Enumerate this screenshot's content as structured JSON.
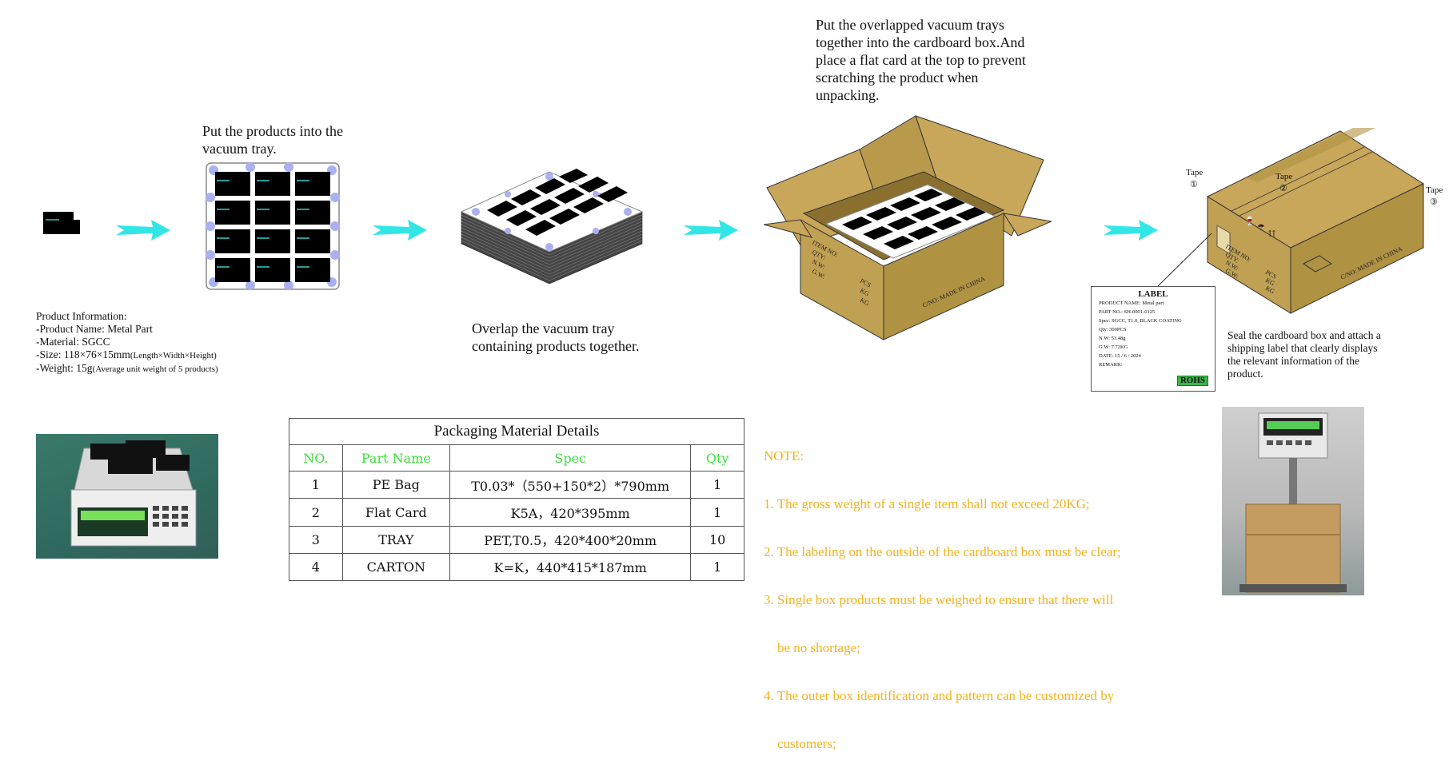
{
  "steps": {
    "step1": [
      "Put the products into the",
      "vacuum tray."
    ],
    "step2": [
      "Overlap the vacuum tray",
      "containing products together."
    ],
    "step3": [
      "Put the overlapped vacuum trays",
      "together into the cardboard box.And",
      "place a flat card at the top to prevent",
      "scratching the product when",
      "unpacking."
    ],
    "step4": [
      "Seal the cardboard box and attach a",
      "shipping label that clearly displays",
      "the relevant information of the",
      "product."
    ]
  },
  "product_info": {
    "heading": "Product Information:",
    "name": "-Product Name: Metal Part",
    "material": "-Material: SGCC",
    "size_main": "-Size: 118×76×15mm",
    "size_note": "(Length×Width×Height)",
    "weight_main": "-Weight: 15g",
    "weight_note": "(Average unit weight of 5 products)"
  },
  "tape_labels": [
    "Tape",
    "Tape",
    "Tape"
  ],
  "tape_numbers": [
    "①",
    "②",
    "③"
  ],
  "box_print": {
    "side_made": "C/NO: MADE IN CHINA",
    "side_fields": [
      "ITEM NO:",
      "QTY:",
      "N.W:",
      "G.W:"
    ],
    "side_units": [
      "PCS",
      "KG",
      "KG"
    ]
  },
  "shipping_label": {
    "title": "LABEL",
    "rows": [
      "PRODUCT NAME:   Metal part",
      "PART NO.: SH-0001-0125",
      "Spec: SGCC, T1.0, BLACK COATING",
      "Qty: 300PCS",
      "N.W: 53.48g",
      "G.W: 7.72KG",
      "DATE:   15  /  6  /  2024",
      "REMARK:"
    ],
    "badge": "ROHS"
  },
  "packaging_table": {
    "title": "Packaging Material Details",
    "headers": [
      "NO.",
      "Part Name",
      "Spec",
      "Qty"
    ],
    "rows": [
      [
        "1",
        "PE Bag",
        "T0.03*（550+150*2）*790mm",
        "1"
      ],
      [
        "2",
        "Flat Card",
        "K5A，420*395mm",
        "1"
      ],
      [
        "3",
        "TRAY",
        "PET,T0.5，420*400*20mm",
        "10"
      ],
      [
        "4",
        "CARTON",
        "K=K，440*415*187mm",
        "1"
      ]
    ]
  },
  "note": {
    "heading": "NOTE:",
    "items": [
      "1. The gross weight of a single item shall not exceed 20KG;",
      "2. The labeling on the outside of the cardboard box must be clear;",
      "3. Single box products must be weighed to ensure that there will",
      "    be no shortage;",
      "4. The outer box identification and pattern can be customized by",
      "    customers;"
    ]
  },
  "colors": {
    "arrow": "#33e6e6",
    "cardboard": "#c8a75a",
    "cardboard_dark": "#a88a3f",
    "note_text": "#f2b31c",
    "table_header": "#3ddc3d"
  }
}
